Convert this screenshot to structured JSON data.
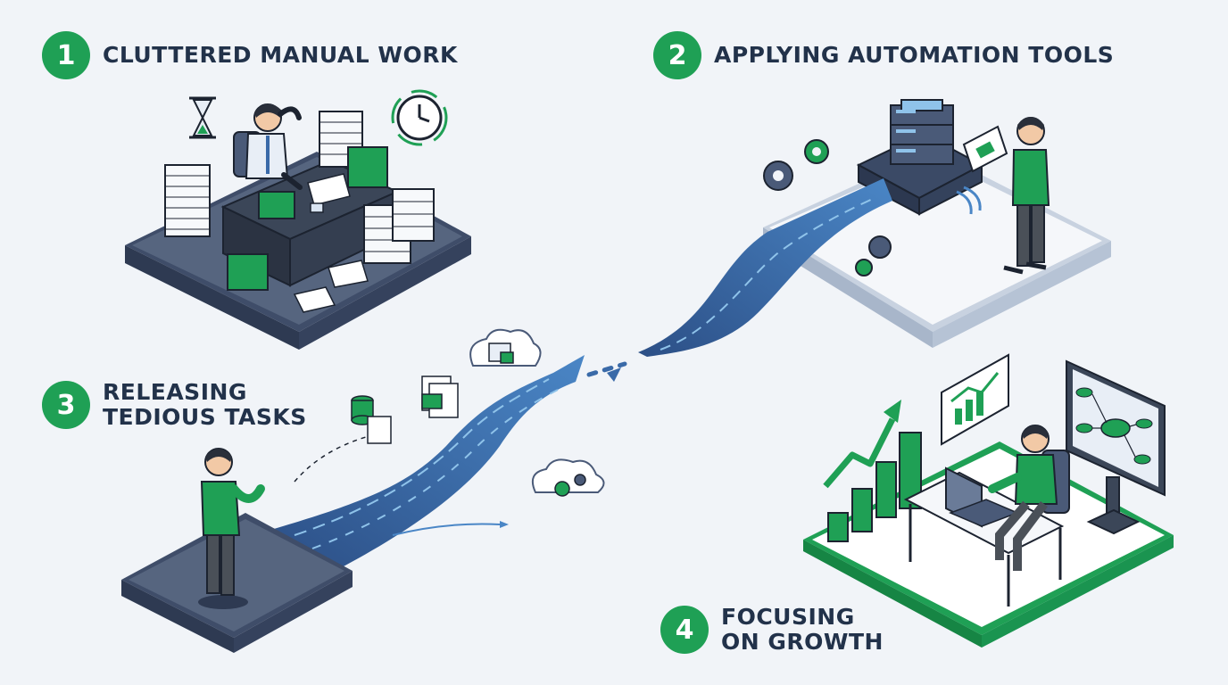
{
  "steps": [
    {
      "number": "1",
      "title_lines": [
        "CLUTTERED MANUAL WORK"
      ]
    },
    {
      "number": "2",
      "title_lines": [
        "APPLYING AUTOMATION TOOLS"
      ]
    },
    {
      "number": "3",
      "title_lines": [
        "RELEASING",
        "TEDIOUS TASKS"
      ]
    },
    {
      "number": "4",
      "title_lines": [
        "FOCUSING",
        "ON GROWTH"
      ]
    }
  ],
  "colors": {
    "accent_green": "#1fa055",
    "navy_text": "#22324a",
    "platform_dark": "#4a5a78",
    "flow_blue": "#3a6aa8",
    "background": "#f1f4f8"
  },
  "icons": [
    "hourglass-icon",
    "clock-icon",
    "gear-icon",
    "cloud-icon",
    "database-icon",
    "folder-icon",
    "document-icon",
    "server-icon",
    "tablet-icon",
    "laptop-icon",
    "bar-chart-icon",
    "mind-map-icon"
  ]
}
